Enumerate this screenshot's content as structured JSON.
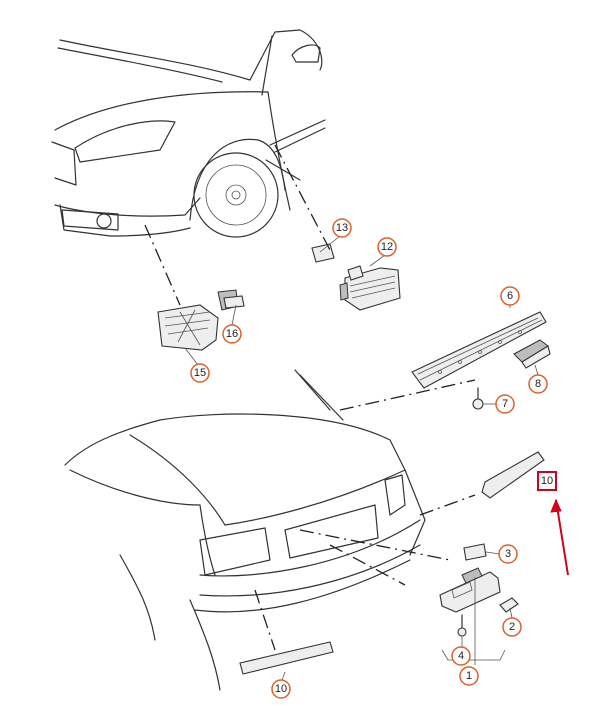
{
  "diagram": {
    "callouts": [
      {
        "id": "c13",
        "label": "13"
      },
      {
        "id": "c12",
        "label": "12"
      },
      {
        "id": "c16",
        "label": "16"
      },
      {
        "id": "c15",
        "label": "15"
      },
      {
        "id": "c6",
        "label": "6"
      },
      {
        "id": "c8",
        "label": "8"
      },
      {
        "id": "c7",
        "label": "7"
      },
      {
        "id": "c10a",
        "label": "10"
      },
      {
        "id": "c3",
        "label": "3"
      },
      {
        "id": "c2",
        "label": "2"
      },
      {
        "id": "c4",
        "label": "4"
      },
      {
        "id": "c1",
        "label": "1"
      },
      {
        "id": "c10b",
        "label": "10"
      }
    ],
    "highlight_color": "#d0021b",
    "callout_color": "#d9622b"
  }
}
